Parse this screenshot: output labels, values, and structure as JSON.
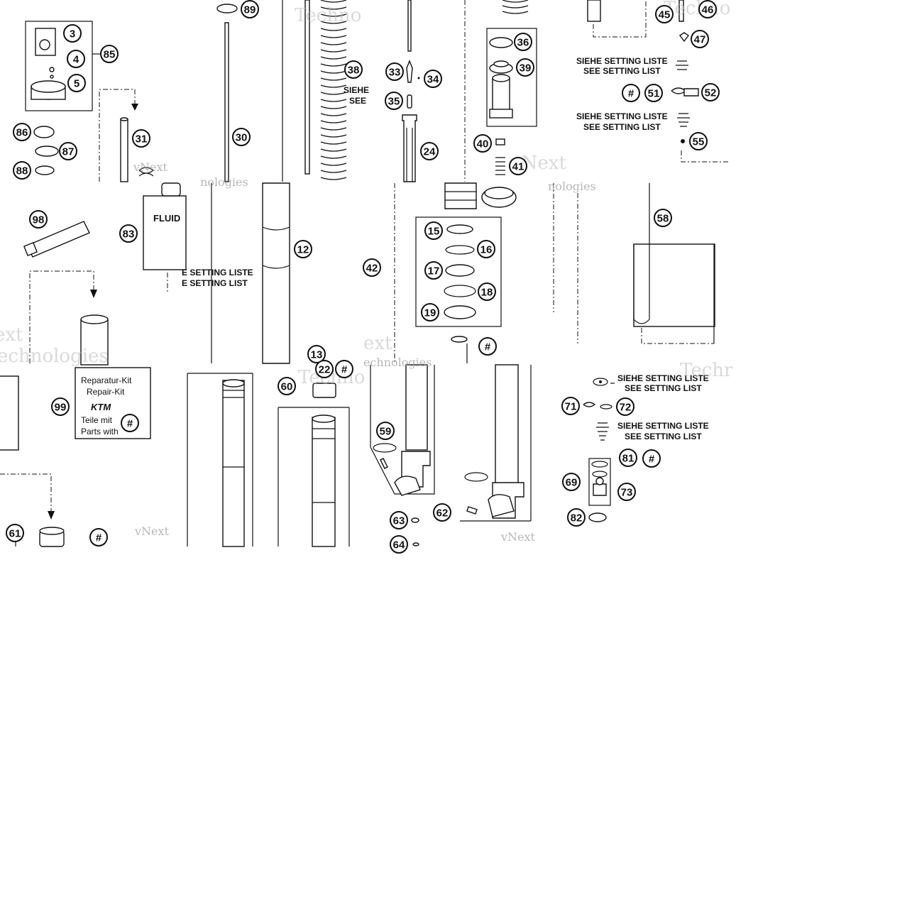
{
  "diagram": {
    "parts": [
      "3",
      "4",
      "5",
      "85",
      "86",
      "87",
      "88",
      "89",
      "30",
      "31",
      "38",
      "33",
      "34",
      "35",
      "24",
      "36",
      "39",
      "40",
      "41",
      "45",
      "46",
      "47",
      "51",
      "52",
      "55",
      "98",
      "83",
      "12",
      "42",
      "15",
      "16",
      "17",
      "18",
      "19",
      "58",
      "99",
      "13",
      "22",
      "60",
      "59",
      "62",
      "63",
      "64",
      "61",
      "71",
      "72",
      "81",
      "69",
      "73",
      "82"
    ],
    "notes": {
      "setting_de": "SIEHE SETTING LISTE",
      "setting_en": "SEE SETTING LIST",
      "setting_de_partial": "E SETTING LISTE",
      "setting_en_partial": "E SETTING LIST",
      "setting_partial_de": "SIEHE",
      "setting_partial_en": "SEE"
    },
    "hash": "#",
    "fluid_label": "FLUID",
    "kit": {
      "line1": "Reparatur-Kit",
      "line2": "Repair-Kit",
      "brand": "KTM",
      "line3": "Teile mit",
      "line4": "Parts with"
    },
    "watermark": {
      "brand": "vNext",
      "tech": "Technologies",
      "tech_frag": "Techno",
      "tech_frag2": "ext",
      "tech_frag3": "echnologies",
      "tech_frag4": "nologies",
      "tech_frag5": "Techr"
    }
  }
}
